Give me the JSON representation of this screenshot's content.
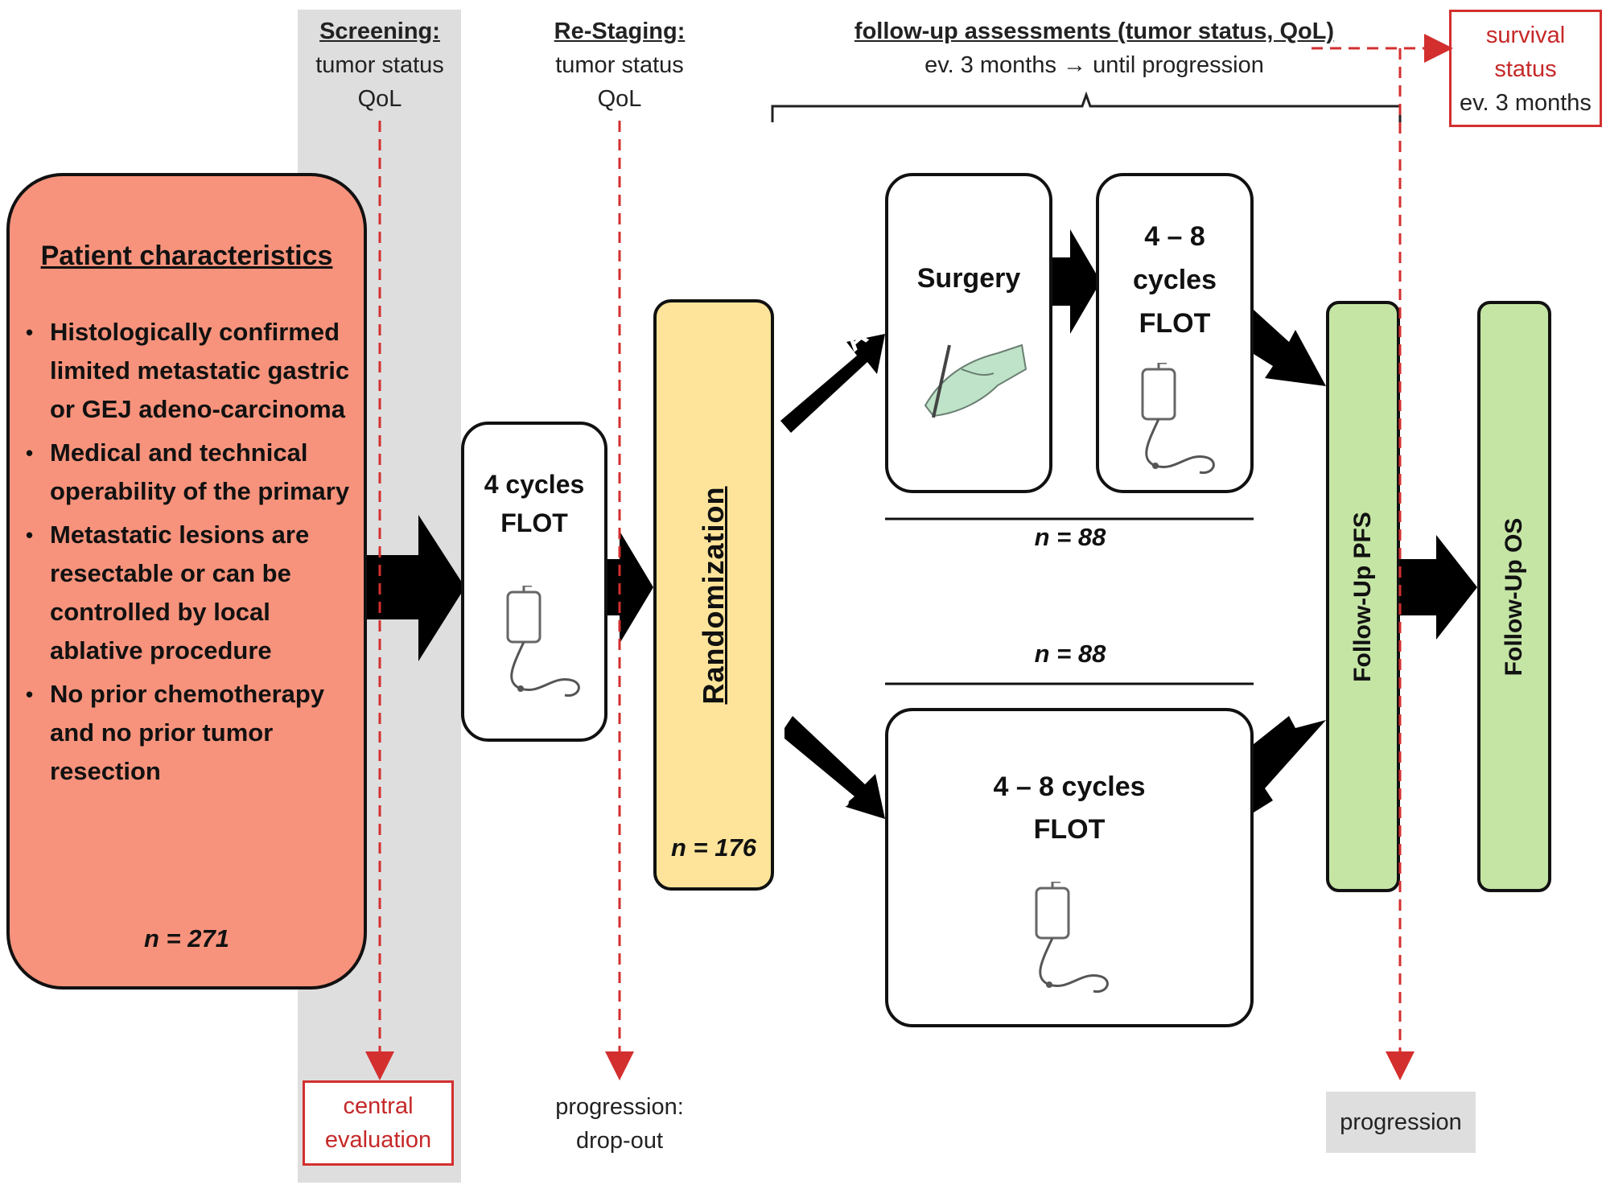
{
  "headers": {
    "screening": {
      "title": "Screening:",
      "line1": "tumor status",
      "line2": "QoL"
    },
    "restaging": {
      "title": "Re-Staging:",
      "line1": "tumor status",
      "line2": "QoL"
    },
    "followup": {
      "title": "follow-up assessments (tumor status, QoL)",
      "line1": "ev. 3 months → until progression"
    }
  },
  "survival": {
    "line1": "survival",
    "line2": "status",
    "line3": "ev. 3 months"
  },
  "patient": {
    "title": "Patient characteristics",
    "bullets": [
      "Histologically confirmed limited metastatic gastric or GEJ adeno-carcinoma",
      "Medical and technical operability of the primary",
      "Metastatic lesions are resectable or can be controlled by local ablative procedure",
      "No prior chemotherapy and no prior tumor resection"
    ],
    "n": "n = 271"
  },
  "induction": {
    "line1": "4 cycles",
    "line2": "FLOT"
  },
  "randomization": {
    "label": "Randomization",
    "n": "n = 176"
  },
  "armA": {
    "tag": "Arm A",
    "surgery": "Surgery",
    "cycles1": "4 – 8",
    "cycles2": "cycles",
    "cycles3": "FLOT",
    "n": "n = 88"
  },
  "armB": {
    "tag": "Arm B",
    "line1": "4 – 8 cycles",
    "line2": "FLOT",
    "n": "n = 88"
  },
  "followup_pfs": "Follow-Up PFS",
  "followup_os": "Follow-Up OS",
  "bottom": {
    "central1": "central",
    "central2": "evaluation",
    "prog1": "progression:",
    "prog2": "drop-out",
    "progression": "progression"
  },
  "colors": {
    "patient": "#f7937c",
    "randomization": "#fde49a",
    "followup": "#c5e5a5",
    "band": "#dedede",
    "red": "#d32f2f"
  }
}
